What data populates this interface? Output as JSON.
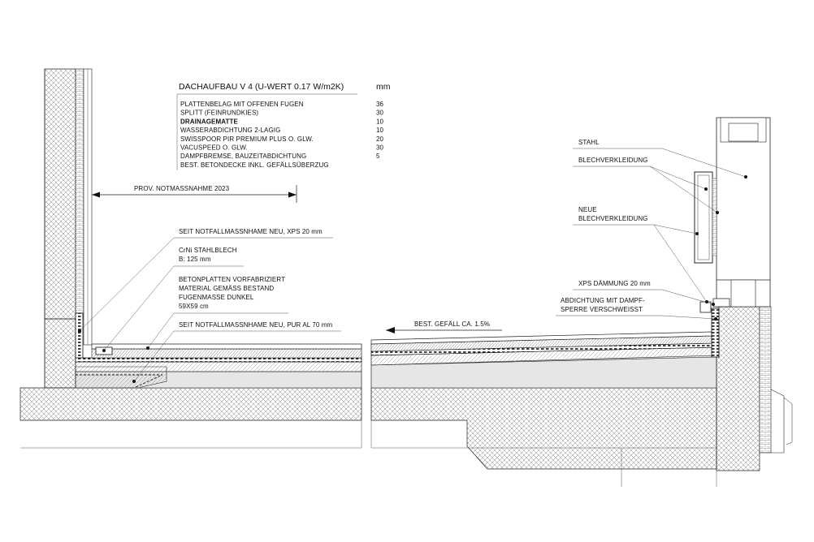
{
  "title": {
    "text": "DACHAUFBAU V  4 (U-WERT  0.17  W/m2K)",
    "unit_header": "mm"
  },
  "layers": [
    {
      "name": "PLATTENBELAG MIT OFFENEN FUGEN",
      "mm": "36"
    },
    {
      "name": "SPLITT (FEINRUNDKIES)",
      "mm": "30"
    },
    {
      "name": "DRAINAGEMATTE",
      "mm": "10"
    },
    {
      "name": "WASSERABDICHTUNG 2-LAGIG",
      "mm": "10"
    },
    {
      "name": "SWISSPOOR PIR PREMIUM PLUS O. GLW.",
      "mm": "20"
    },
    {
      "name": "VACUSPEED O. GLW.",
      "mm": "30"
    },
    {
      "name": "DAMPFBREMSE, BAUZEITABDICHTUNG",
      "mm": "5"
    },
    {
      "name": "BEST. BETONDECKE INKL. GEFÄLLSÜBERZUG",
      "mm": ""
    }
  ],
  "dimension": {
    "label": "PROV. NOTMASSNAHME 2023"
  },
  "left_callouts": {
    "xps": "SEIT NOTFALLMASSNHAME NEU, XPS 20 mm",
    "crni_1": "CrNi STAHLBLECH",
    "crni_2": "B: 125 mm",
    "beton_1": "BETONPLATTEN VORFABRIZIERT",
    "beton_2": "MATERIAL GEMÄSS BESTAND",
    "beton_3": "FUGENMASSE DUNKEL",
    "beton_4": "59X59 cm",
    "pur": "SEIT NOTFALLMASSNHAME NEU, PUR AL 70 mm"
  },
  "slope": {
    "label": "BEST. GEFÄLL CA. 1.5%"
  },
  "right_callouts": {
    "stahl": "STAHL",
    "blech": "BLECHVERKLEIDUNG",
    "neue_1": "NEUE",
    "neue_2": "BLECHVERKLEIDUNG",
    "xps": "XPS DÄMMUNG 20 mm",
    "abd_1": "ABDICHTUNG MIT DAMPF-",
    "abd_2": "SPERRE VERSCHWEISST"
  }
}
